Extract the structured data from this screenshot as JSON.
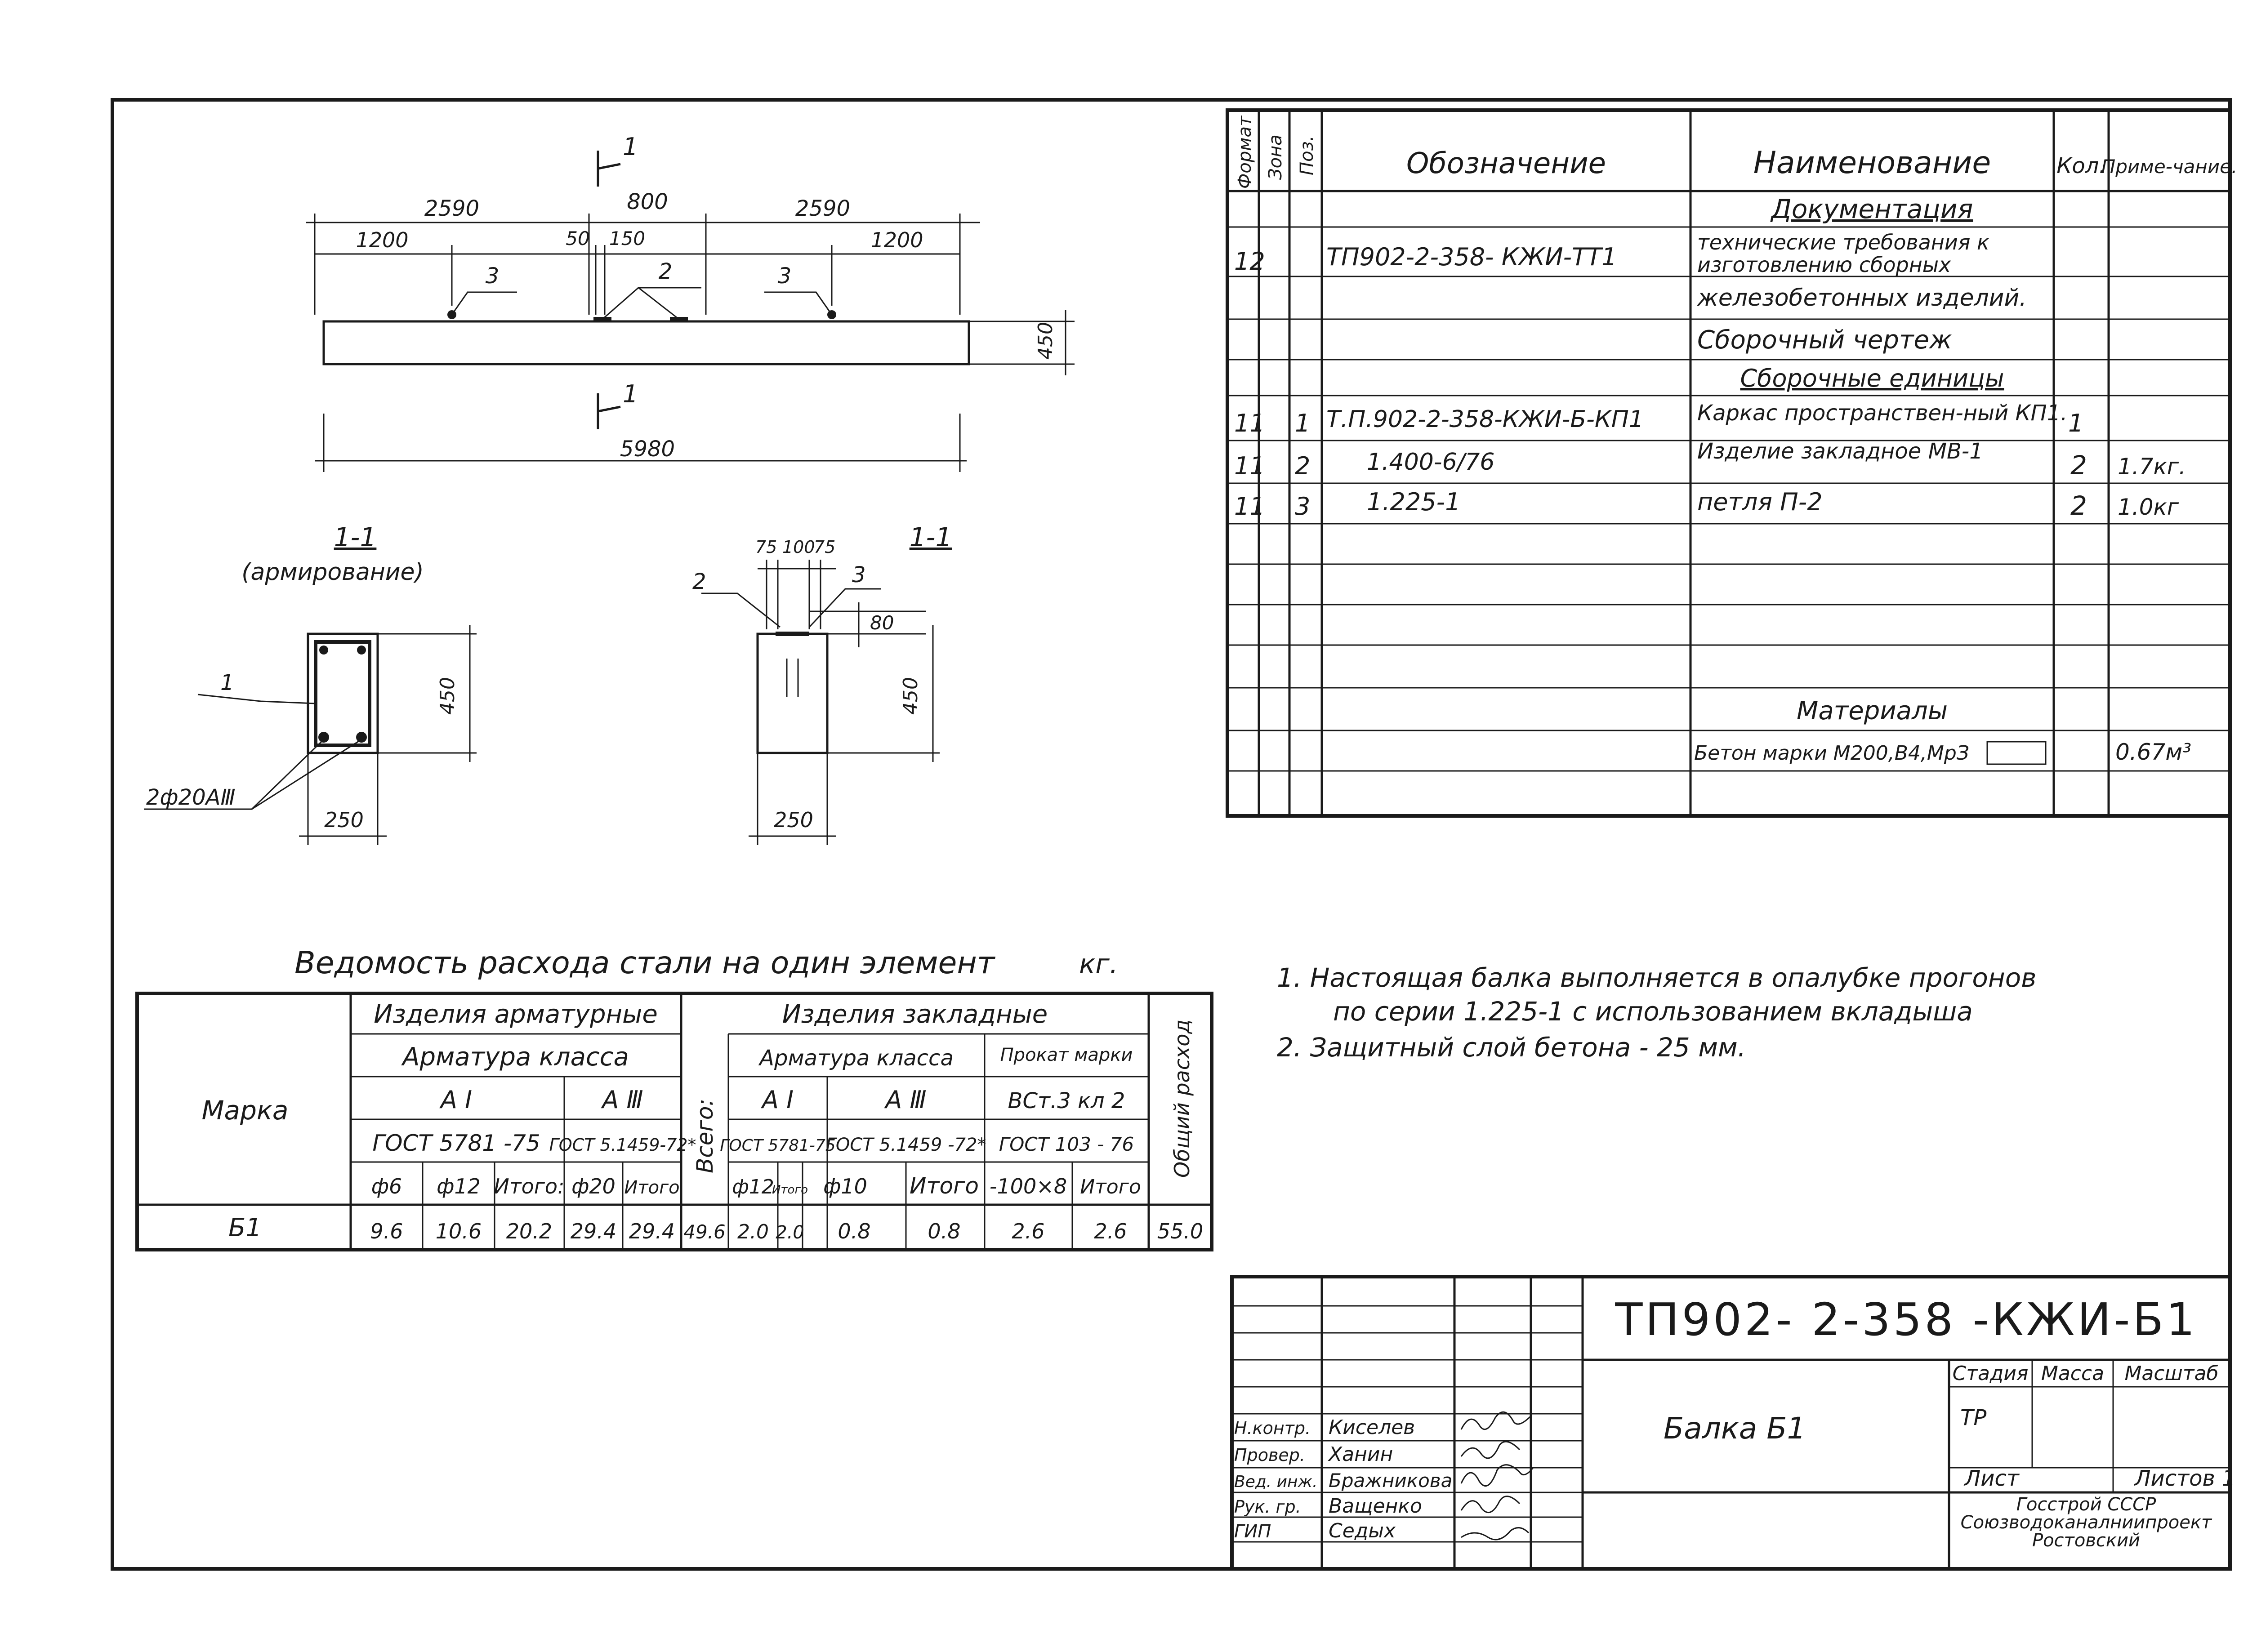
{
  "spec": {
    "headers": {
      "format": "Формат",
      "zone": "Зона",
      "pos": "Поз.",
      "designation": "Обозначение",
      "name": "Наименование",
      "qty": "Кол.",
      "note": "Приме-чание."
    },
    "section_docs": "Документация",
    "doc_format": "12",
    "doc_designation": "ТП902-2-358- КЖИ-ТТ1",
    "doc_name_1": "технические требования к",
    "doc_name_2": "изготовлению сборных",
    "doc_name_3": "железобетонных изделий.",
    "doc_name_4": "Сборочный чертеж",
    "section_units": "Сборочные единицы",
    "rows": [
      {
        "format": "11",
        "pos": "1",
        "designation": "Т.П.902-2-358-КЖИ-Б-КП1",
        "name": "Каркас пространствен-ный КП1.",
        "qty": "1",
        "note": ""
      },
      {
        "format": "11",
        "pos": "2",
        "designation": "1.400-6/76",
        "name": "Изделие закладное МВ-1",
        "qty": "2",
        "note": "1.7кг."
      },
      {
        "format": "11",
        "pos": "3",
        "designation": "1.225-1",
        "name": "петля П-2",
        "qty": "2",
        "note": "1.0кг"
      }
    ],
    "section_materials": "Материалы",
    "material_name": "Бетон марки М200,В4,МрЗ",
    "material_note": "0.67м³"
  },
  "drawing": {
    "dims_top": [
      "2590",
      "800",
      "2590"
    ],
    "dims_second": [
      "1200",
      "50",
      "150",
      "1200"
    ],
    "dim_total": "5980",
    "dim_height": "450",
    "section_mark": "1",
    "pos_labels": [
      "3",
      "2",
      "3"
    ],
    "section1_title": "1-1",
    "section1_subtitle": "(армирование)",
    "section1_pos": "1",
    "section1_bars": "2ф20АⅢ",
    "section1_height": "450",
    "section1_width": "250",
    "section2_title": "1-1",
    "section2_dims": [
      "75",
      "100",
      "75"
    ],
    "section2_pos": [
      "2",
      "3"
    ],
    "section2_dim_80": "80",
    "section2_height": "450",
    "section2_width": "250"
  },
  "steel_table": {
    "title": "Ведомость расхода стали на один элемент",
    "unit": "кг.",
    "marka": "Марка",
    "group_armature": "Изделия арматурные",
    "group_embedded": "Изделия закладные",
    "armature_class": "Арматура класса",
    "armature_class2": "Арматура класса",
    "rolled": "Прокат марки",
    "cls_AI": "А I",
    "cls_AIII": "А Ⅲ",
    "cls_AI_2": "А I",
    "cls_AIII_2": "А Ⅲ",
    "steel_grade": "ВСт.3 кл 2",
    "gost_5781": "ГОСТ 5781 -75",
    "gost_5459": "ГОСТ 5.1459-72*",
    "gost_5781b": "ГОСТ 5781-75",
    "gost_5459b": "ГОСТ 5.1459 -72*",
    "gost_103": "ГОСТ 103 - 76",
    "total": "Всего:",
    "grand_total": "Общий расход",
    "sub_headers": [
      "ф6",
      "ф12",
      "Итого:",
      "ф20",
      "Итого",
      "ф12",
      "Итого",
      "ф10",
      "Итого",
      "-100×8",
      "Итого"
    ],
    "row": {
      "marka": "Б1",
      "values": [
        "9.6",
        "10.6",
        "20.2",
        "29.4",
        "29.4",
        "49.6",
        "2.0",
        "2.0",
        "0.8",
        "0.8",
        "2.6",
        "2.6",
        "55.0"
      ]
    }
  },
  "notes": [
    "1. Настоящая балка выполняется в опалубке прогонов",
    "по серии 1.225-1 с использованием вкладыша",
    "2. Защитный слой бетона - 25 мм."
  ],
  "title_block": {
    "code": "ТП902- 2-358 -КЖИ-Б1",
    "title": "Балка Б1",
    "stage_hdr": "Стадия",
    "mass_hdr": "Масса",
    "scale_hdr": "Масштаб",
    "stage": "ТР",
    "sheet": "Лист",
    "sheets": "Листов 1",
    "org_1": "Госстрой СССР",
    "org_2": "Союзводоканалниипроект",
    "org_3": "Ростовский",
    "people": [
      {
        "role": "Н.контр.",
        "name": "Киселев"
      },
      {
        "role": "Провер.",
        "name": "Ханин"
      },
      {
        "role": "Вед. инж.",
        "name": "Бражникова"
      },
      {
        "role": "Рук. гр.",
        "name": "Ващенко"
      },
      {
        "role": "ГИП",
        "name": "Седых"
      }
    ]
  }
}
